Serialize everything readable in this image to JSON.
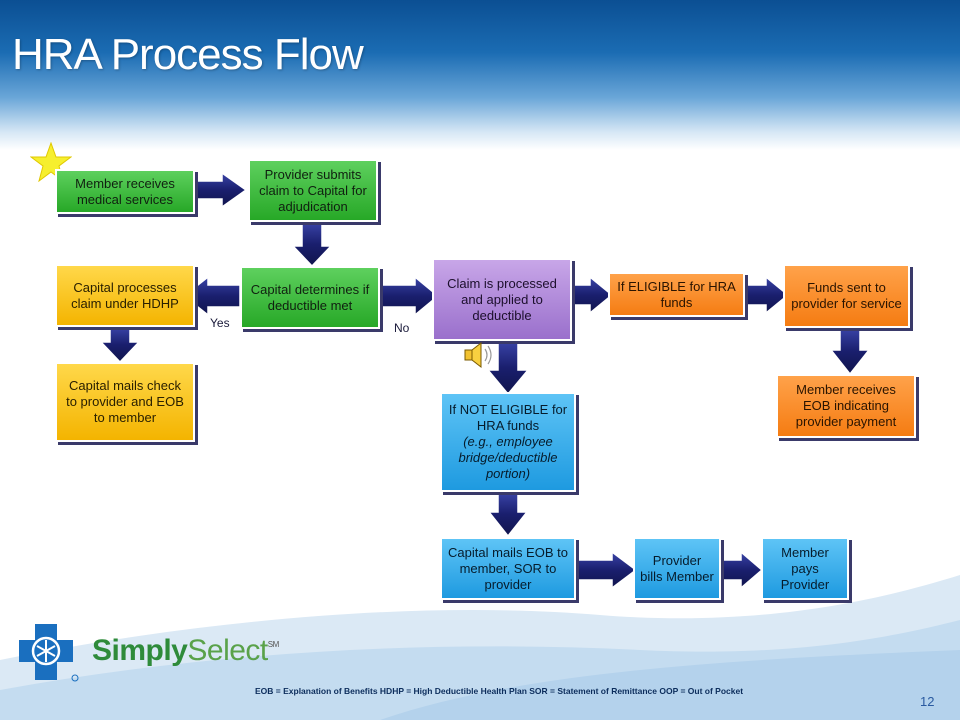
{
  "slide": {
    "title": "HRA Process Flow",
    "page_number": "12",
    "legend": "EOB = Explanation of Benefits    HDHP = High Deductible Health Plan    SOR = Statement of Remittance    OOP = Out of Pocket"
  },
  "brand": {
    "part1": "Simply",
    "part2": "Select",
    "mark": "SM"
  },
  "icons": {
    "start": "star-icon",
    "audio": "speaker-icon",
    "logo": "blue-cross-blue-shield-logo"
  },
  "colors": {
    "green": "#3cbc3c",
    "yellow": "#f8c218",
    "purple": "#a982d6",
    "orange": "#f68a2a",
    "blue": "#34acea",
    "arrow": "#1a1f6e"
  },
  "diagram": {
    "nodes": {
      "member_receives": "Member receives medical services",
      "provider_submits": "Provider submits claim to Capital for adjudication",
      "capital_determines": "Capital determines if deductible met",
      "capital_processes": "Capital processes claim under HDHP",
      "capital_mails_check": "Capital mails check to provider and EOB to member",
      "claim_processed": "Claim is processed and applied to deductible",
      "if_eligible": "If ELIGIBLE for HRA funds",
      "funds_sent": "Funds sent to provider for service",
      "member_receives_eob": "Member receives EOB indicating provider payment",
      "if_not_eligible": "If NOT ELIGIBLE for  HRA funds",
      "if_not_eligible_note": "(e.g., employee bridge/deductible portion)",
      "capital_mails_eob": "Capital mails EOB to member, SOR to provider",
      "provider_bills": "Provider bills Member",
      "member_pays": "Member pays Provider"
    },
    "labels": {
      "yes": "Yes",
      "no": "No"
    },
    "edges": [
      [
        "member_receives",
        "provider_submits"
      ],
      [
        "provider_submits",
        "capital_determines"
      ],
      [
        "capital_determines",
        "capital_processes",
        "Yes"
      ],
      [
        "capital_determines",
        "claim_processed",
        "No"
      ],
      [
        "capital_processes",
        "capital_mails_check"
      ],
      [
        "claim_processed",
        "if_eligible"
      ],
      [
        "if_eligible",
        "funds_sent"
      ],
      [
        "funds_sent",
        "member_receives_eob"
      ],
      [
        "claim_processed",
        "if_not_eligible"
      ],
      [
        "if_not_eligible",
        "capital_mails_eob"
      ],
      [
        "capital_mails_eob",
        "provider_bills"
      ],
      [
        "provider_bills",
        "member_pays"
      ]
    ]
  }
}
